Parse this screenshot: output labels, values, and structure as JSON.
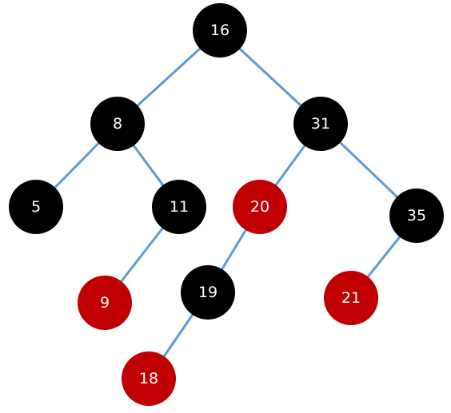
{
  "diagram": {
    "type": "red-black-tree",
    "colors": {
      "edge": "#5b9bd5",
      "black": "#000000",
      "red": "#c00000",
      "label": "#ffffff"
    },
    "nodes": [
      {
        "id": "n16",
        "key": "16",
        "color": "black"
      },
      {
        "id": "n8",
        "key": "8",
        "color": "black"
      },
      {
        "id": "n31",
        "key": "31",
        "color": "black"
      },
      {
        "id": "n5",
        "key": "5",
        "color": "black"
      },
      {
        "id": "n11",
        "key": "11",
        "color": "black"
      },
      {
        "id": "n20",
        "key": "20",
        "color": "red"
      },
      {
        "id": "n35",
        "key": "35",
        "color": "black"
      },
      {
        "id": "n9",
        "key": "9",
        "color": "red"
      },
      {
        "id": "n19",
        "key": "19",
        "color": "black"
      },
      {
        "id": "n21",
        "key": "21",
        "color": "red"
      },
      {
        "id": "n18",
        "key": "18",
        "color": "red"
      }
    ],
    "edges": [
      {
        "from": "n16",
        "to": "n8"
      },
      {
        "from": "n16",
        "to": "n31"
      },
      {
        "from": "n8",
        "to": "n5"
      },
      {
        "from": "n8",
        "to": "n11"
      },
      {
        "from": "n31",
        "to": "n20"
      },
      {
        "from": "n31",
        "to": "n35"
      },
      {
        "from": "n11",
        "to": "n9"
      },
      {
        "from": "n20",
        "to": "n19"
      },
      {
        "from": "n35",
        "to": "n21"
      },
      {
        "from": "n19",
        "to": "n18"
      }
    ]
  }
}
